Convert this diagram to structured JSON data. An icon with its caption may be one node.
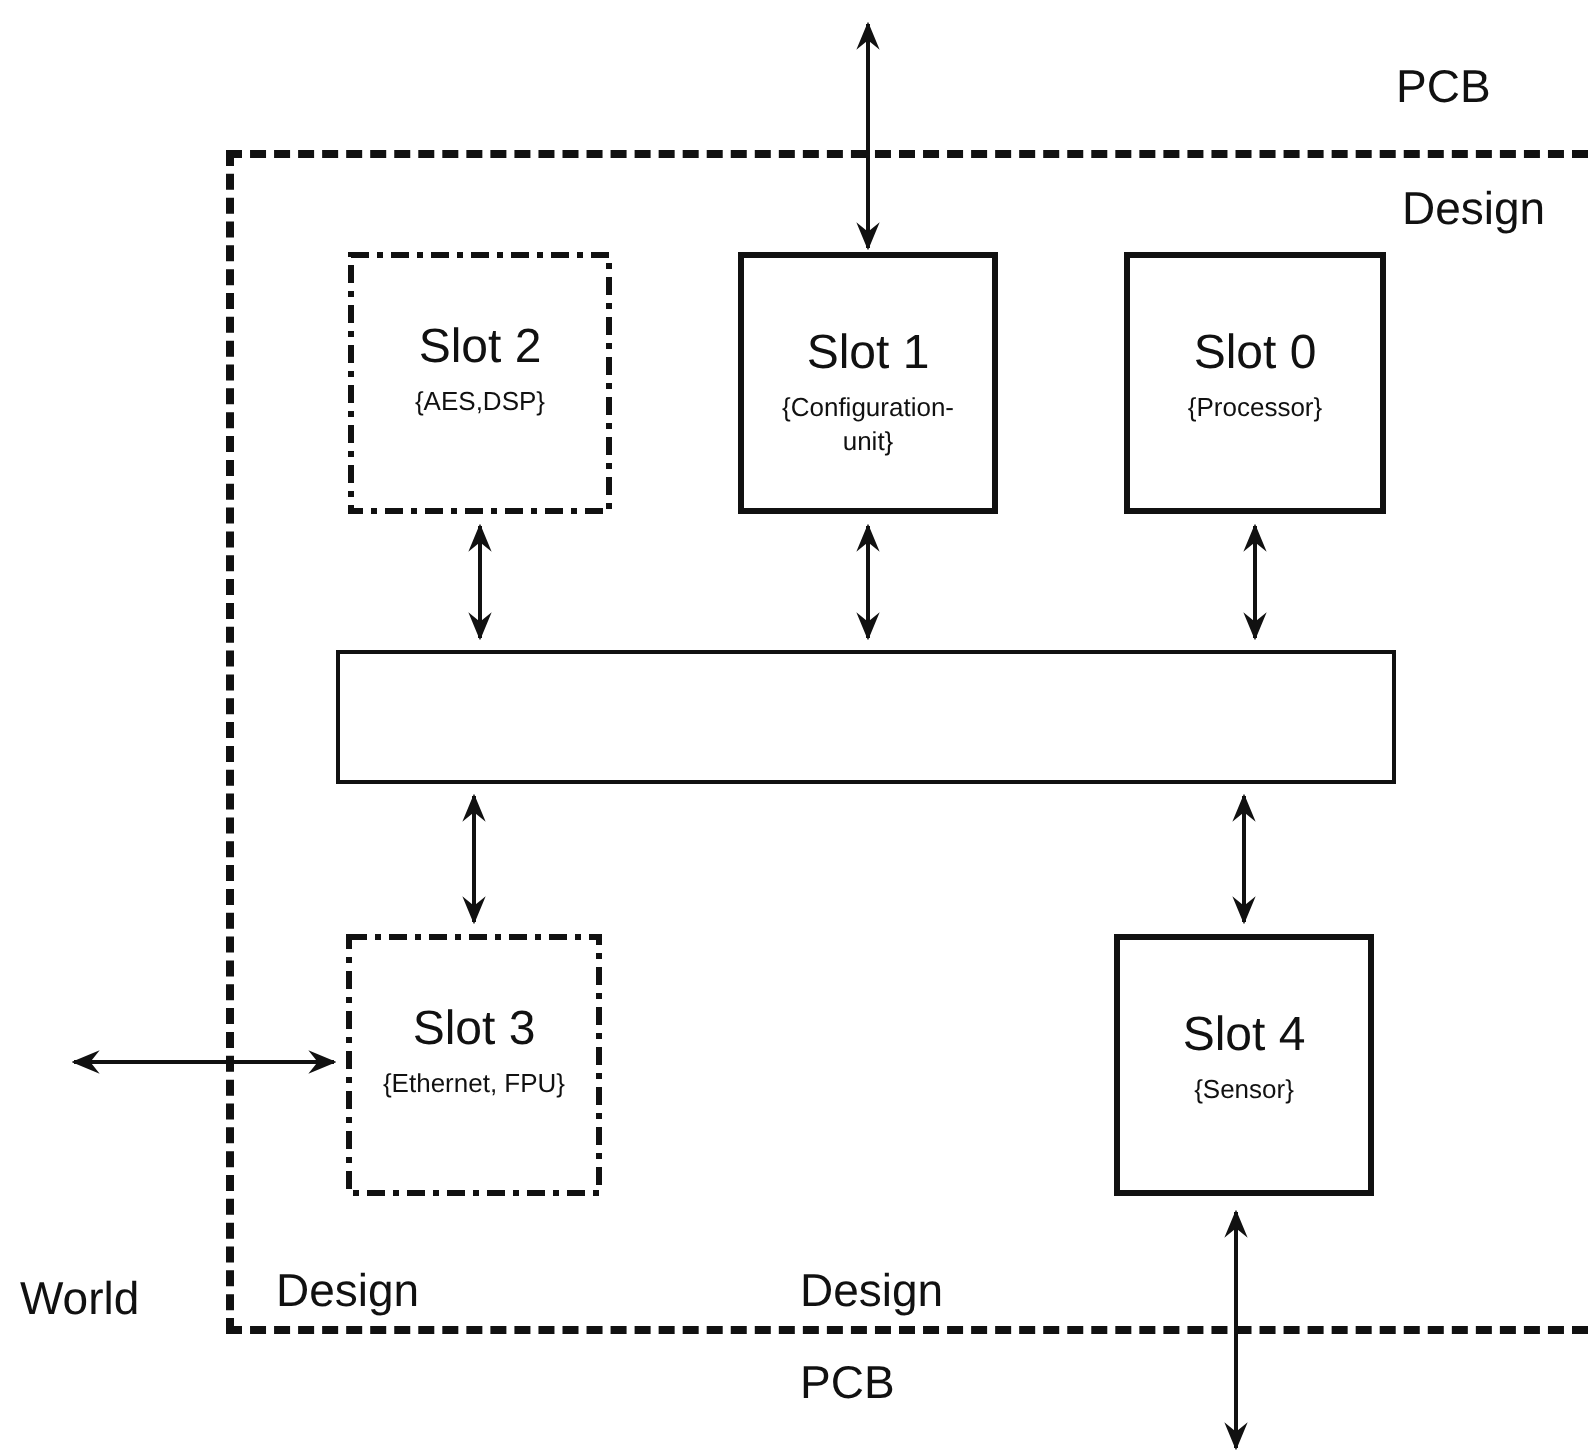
{
  "diagram": {
    "nodes": [
      {
        "text": [
          "Design"
        ]
      },
      {
        "text": [
          "Slot 2",
          "{AES,DSP}"
        ],
        "in": 0
      },
      {
        "text": [
          "Slot 1",
          "{Configuration-unit}"
        ],
        "in": 0
      },
      {
        "text": [
          "Slot 0",
          "{Processor}"
        ],
        "in": 0
      },
      {
        "text": [],
        "shape": "box",
        "in": 0
      },
      {
        "text": [
          "Slot 3",
          "{Ethernet, FPU}"
        ],
        "in": 0
      },
      {
        "text": [
          "Slot 4",
          "{Sensor}"
        ],
        "in": 0
      }
    ],
    "edges": [
      {
        "from": null,
        "to": 2,
        "arrow": "both"
      },
      {
        "from": 1,
        "to": 4,
        "arrow": "both"
      },
      {
        "from": 2,
        "to": 4,
        "arrow": "both"
      },
      {
        "from": 3,
        "to": 4,
        "arrow": "both"
      },
      {
        "from": 4,
        "to": 5,
        "arrow": "both"
      },
      {
        "from": 4,
        "to": 6,
        "arrow": "both"
      },
      {
        "from": null,
        "to": 5,
        "arrow": "both"
      },
      {
        "from": 6,
        "to": null,
        "arrow": "both"
      }
    ],
    "labels": [
      "PCB",
      "World",
      "Design",
      "Design",
      "PCB"
    ]
  }
}
